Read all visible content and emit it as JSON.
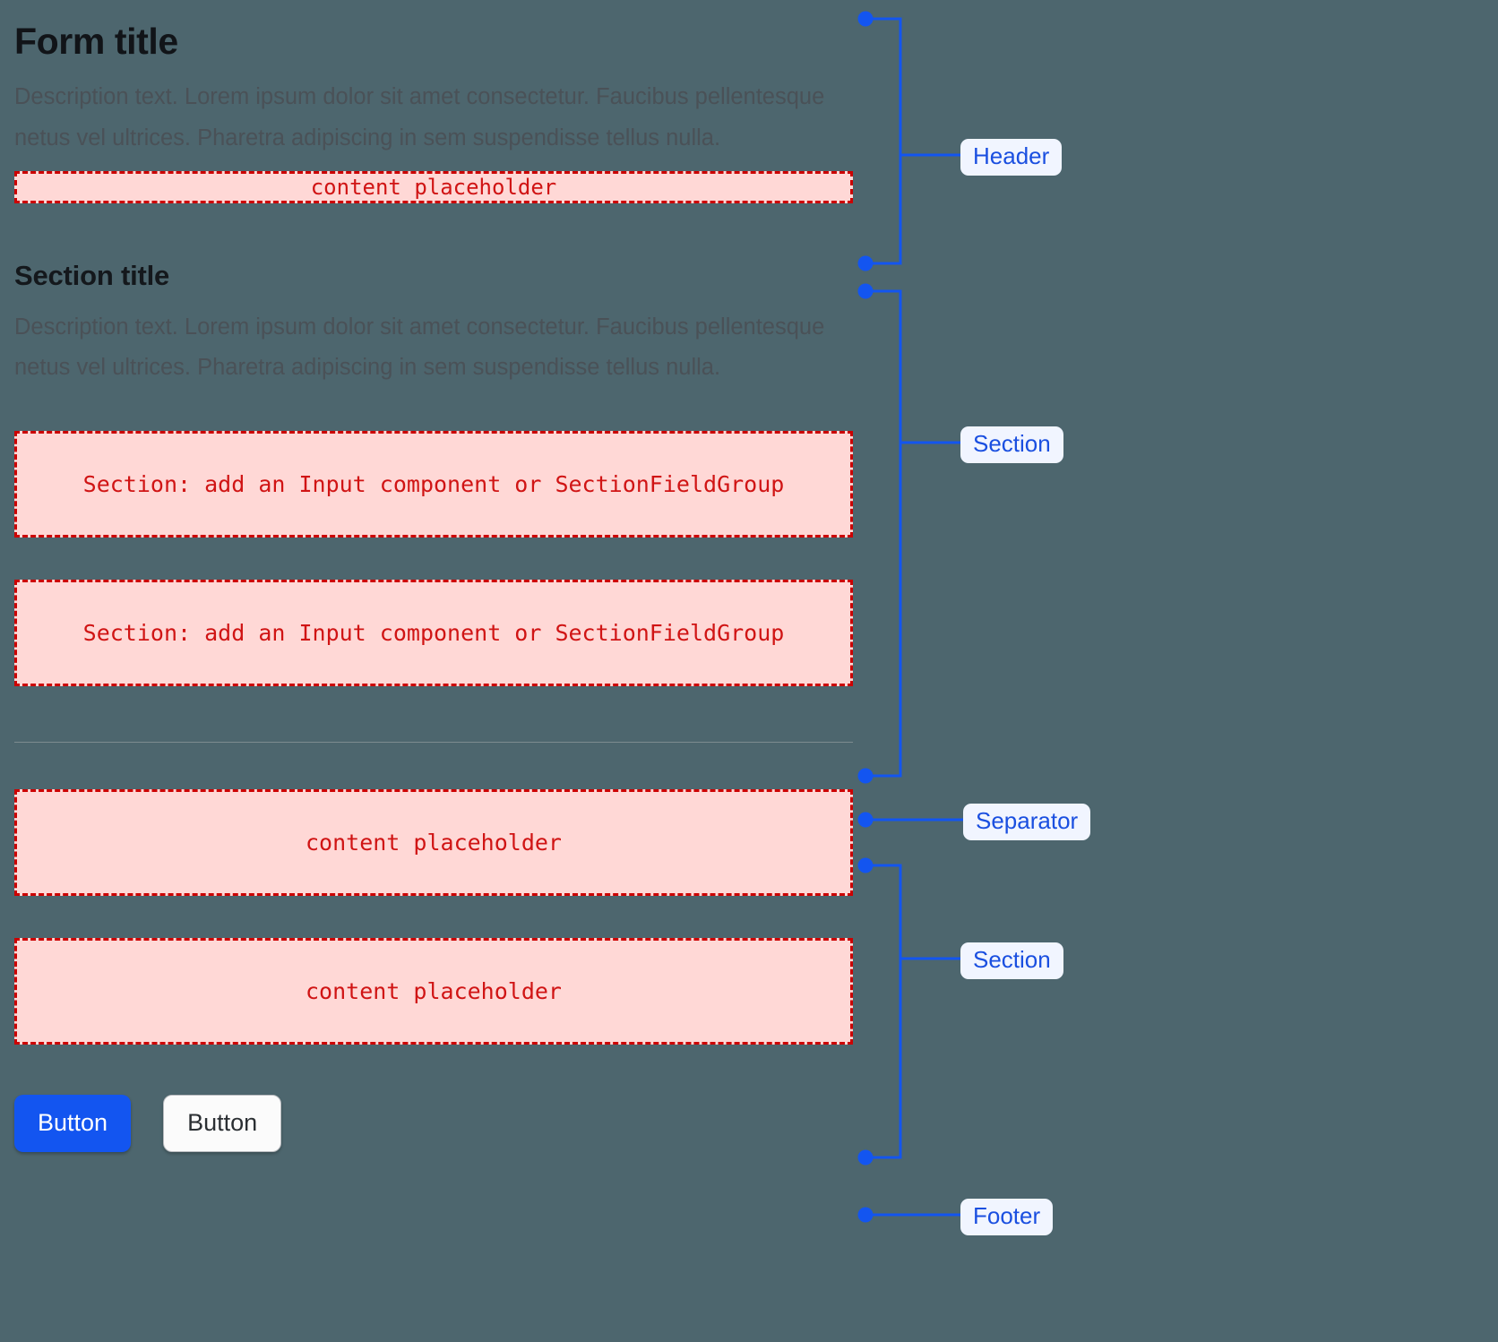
{
  "page": {
    "background_color": "#4d666e",
    "accent_blue": "#1355f0",
    "annotation_blue": "#1a4fe0",
    "placeholder_red": "#d01414",
    "placeholder_fill": "#ffd8d6"
  },
  "header": {
    "title": "Form title",
    "description": "Description text. Lorem ipsum dolor sit amet consectetur. Faucibus pellentesque netus vel ultrices. Pharetra adipiscing in sem suspendisse tellus nulla.",
    "placeholder": "content placeholder"
  },
  "section_one": {
    "title": "Section title",
    "description": "Description text. Lorem ipsum dolor sit amet consectetur. Faucibus pellentesque netus vel ultrices. Pharetra adipiscing in sem suspendisse tellus nulla.",
    "slots": [
      "Section: add an Input component or SectionFieldGroup",
      "Section: add an Input component or SectionFieldGroup"
    ]
  },
  "section_two": {
    "slots": [
      "content placeholder",
      "content placeholder"
    ]
  },
  "footer": {
    "primary_button": "Button",
    "secondary_button": "Button"
  },
  "annotations": [
    {
      "label": "Header"
    },
    {
      "label": "Section"
    },
    {
      "label": "Separator"
    },
    {
      "label": "Section"
    },
    {
      "label": "Footer"
    }
  ]
}
